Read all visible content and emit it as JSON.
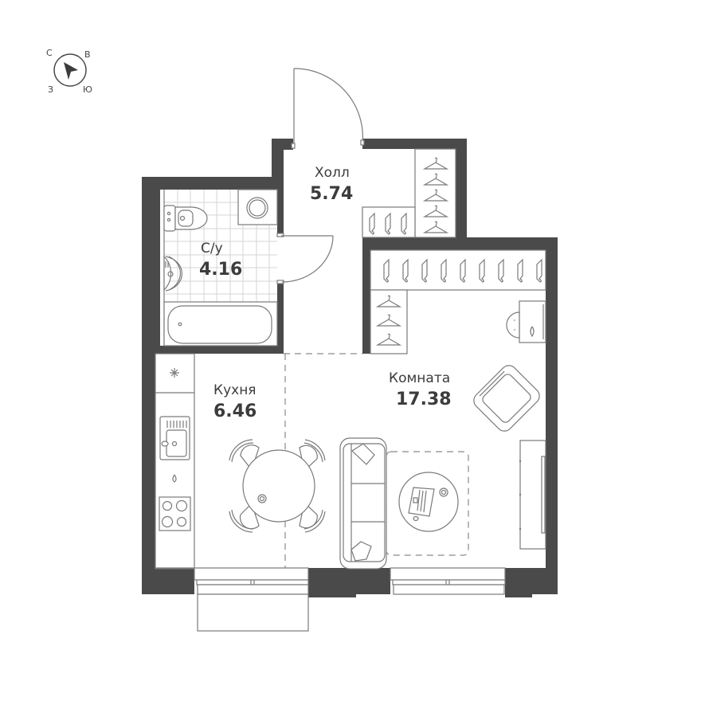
{
  "compass": {
    "north": "С",
    "east": "В",
    "west": "З",
    "south": "Ю"
  },
  "rooms": {
    "hall": {
      "name": "Холл",
      "area": "5.74"
    },
    "bathroom": {
      "name": "С/у",
      "area": "4.16"
    },
    "kitchen": {
      "name": "Кухня",
      "area": "6.46"
    },
    "living": {
      "name": "Комната",
      "area": "17.38"
    }
  },
  "colors": {
    "wall": "#4a4a4a",
    "line": "#7a7a7a",
    "tile": "#d4d4d4",
    "text": "#3c3c3c"
  }
}
